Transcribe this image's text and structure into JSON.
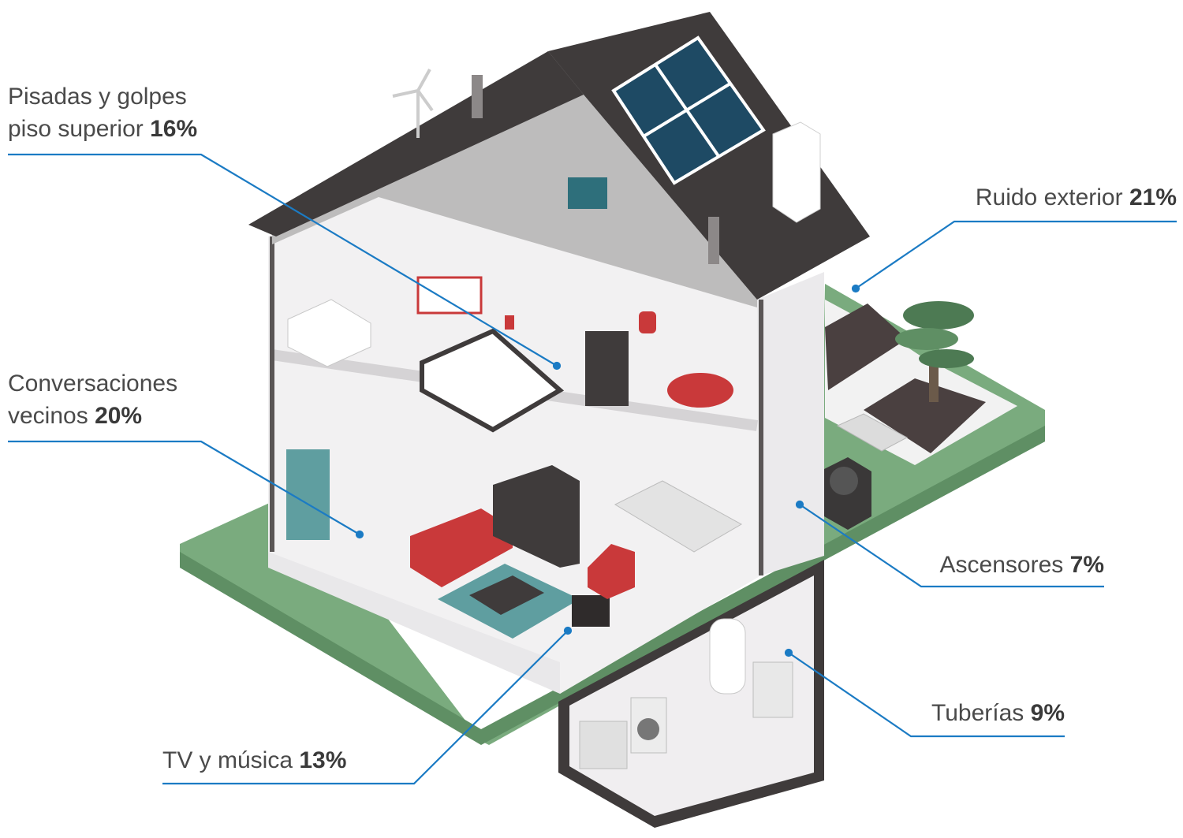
{
  "colors": {
    "leader_line": "#1b7bc4",
    "roof": "#3f3b3b",
    "lawn": "#7aab7e",
    "lawn_dark": "#5f8f64",
    "wall": "#f2f1f2",
    "wall_shade": "#d8d6d8",
    "accent_red": "#c9393a",
    "accent_teal": "#5f9ea0",
    "text": "#4a4a4a"
  },
  "callouts": {
    "pisadas": {
      "line1": "Pisadas y golpes",
      "line2": "piso superior",
      "pct": "16%"
    },
    "conversaciones": {
      "line1": "Conversaciones",
      "line2": "vecinos",
      "pct": "20%"
    },
    "tv": {
      "text": "TV y música",
      "pct": "13%"
    },
    "ruido": {
      "text": "Ruido exterior",
      "pct": "21%"
    },
    "ascensores": {
      "text": "Ascensores",
      "pct": "7%"
    },
    "tuberias": {
      "text": "Tuberías",
      "pct": "9%"
    }
  }
}
